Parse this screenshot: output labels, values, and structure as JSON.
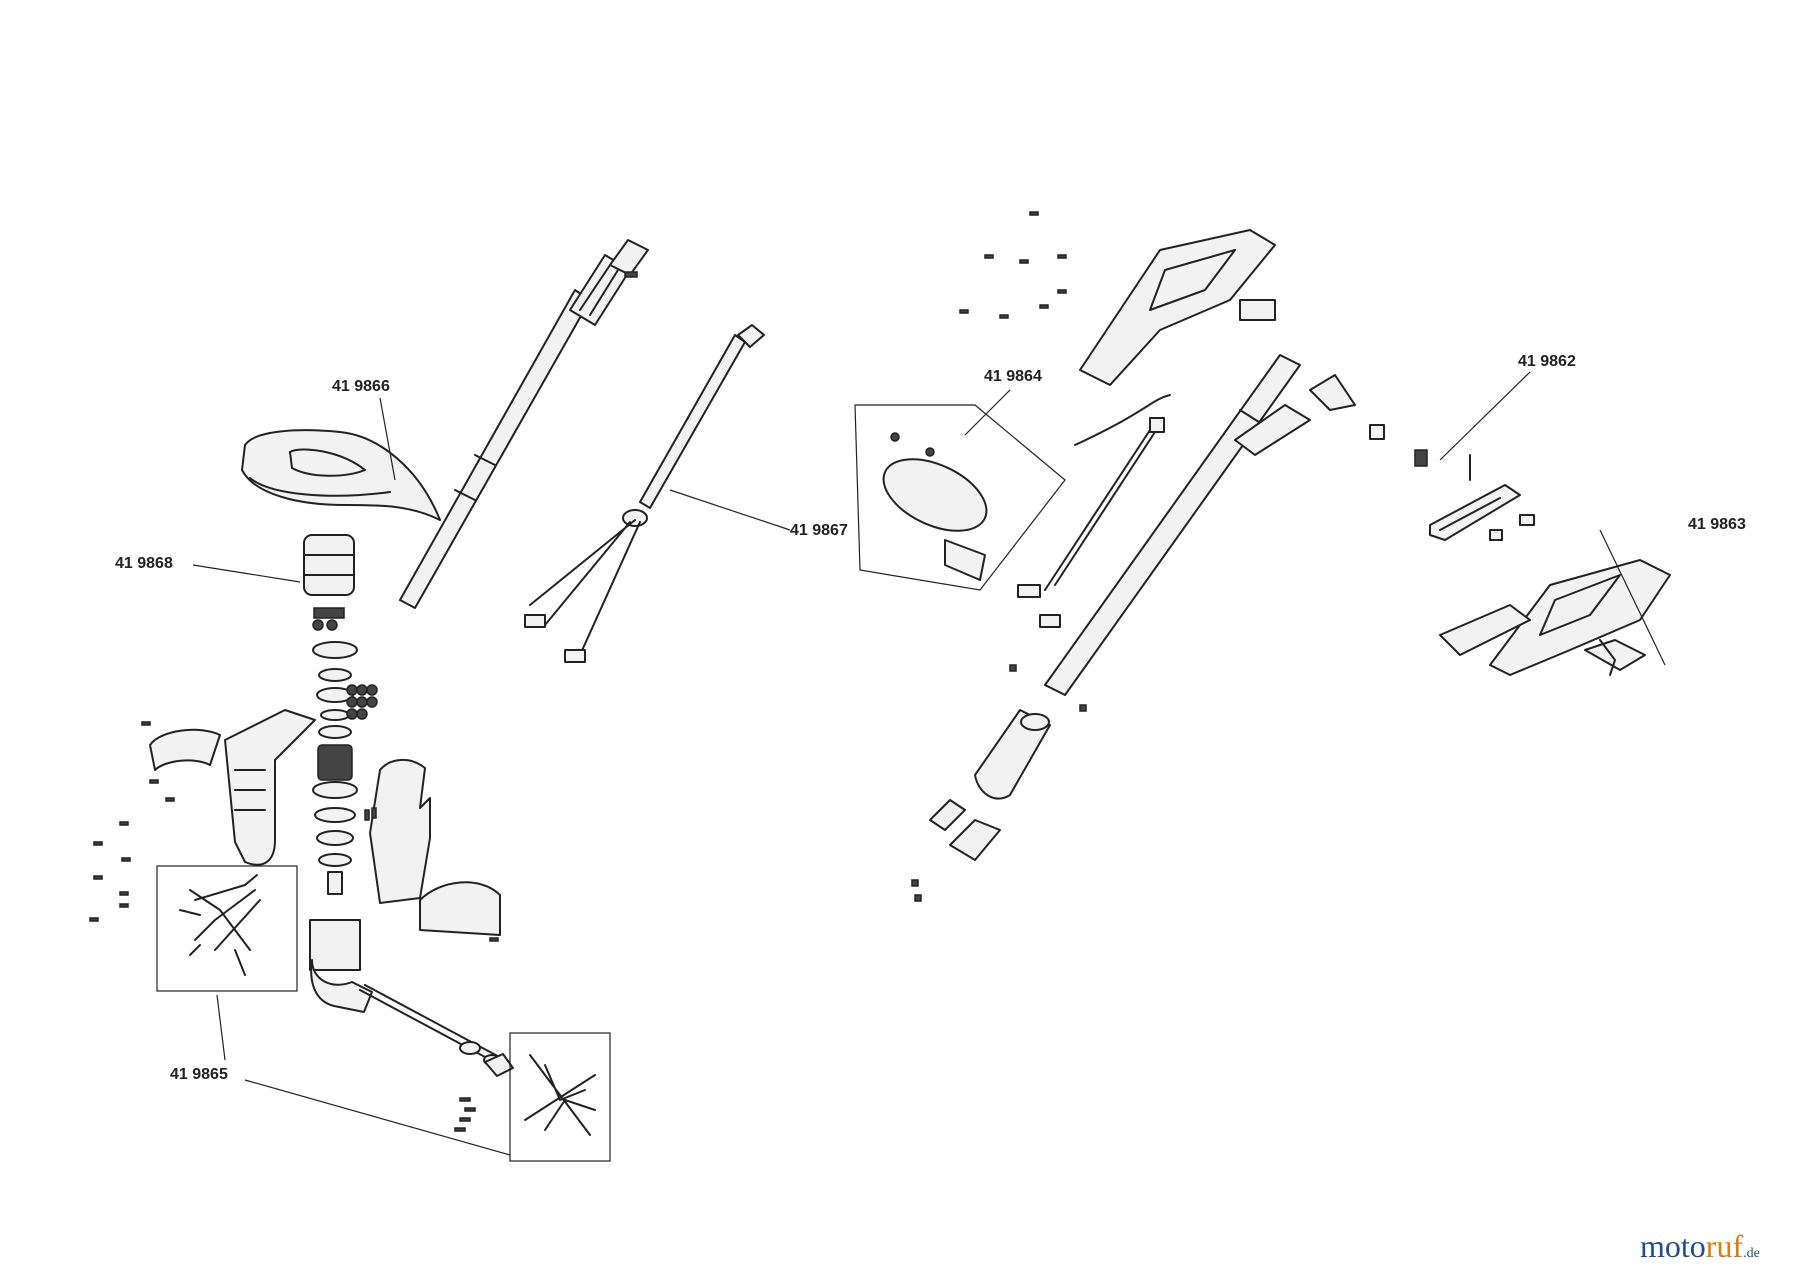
{
  "diagram": {
    "part_labels": [
      {
        "id": "p66",
        "text": "41 9866"
      },
      {
        "id": "p68",
        "text": "41 9868"
      },
      {
        "id": "p67",
        "text": "41 9867"
      },
      {
        "id": "p64",
        "text": "41 9864"
      },
      {
        "id": "p62",
        "text": "41 9862"
      },
      {
        "id": "p63",
        "text": "41 9863"
      },
      {
        "id": "p65",
        "text": "41 9865"
      }
    ]
  },
  "watermark": {
    "part1": "moto",
    "part2": "ruf",
    "tld": ".de"
  },
  "colors": {
    "ink": "#222222",
    "logo_blue": "#1f4e8c",
    "logo_orange": "#e07a10"
  }
}
